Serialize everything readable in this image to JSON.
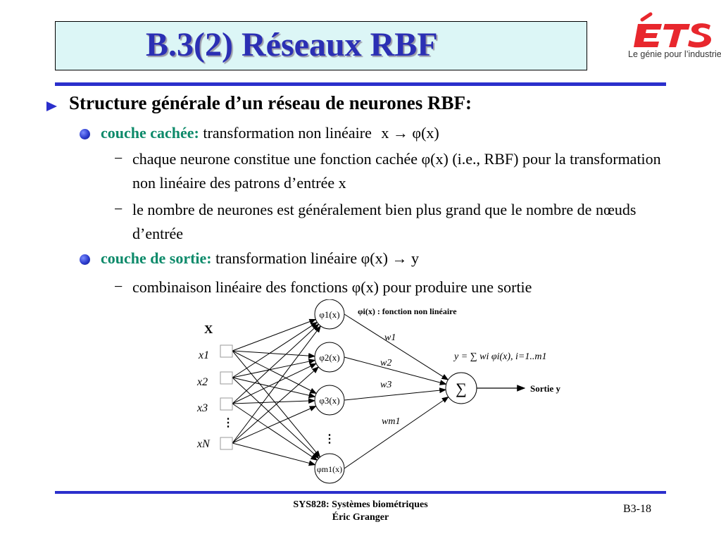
{
  "slide": {
    "title": "B.3(2)  Réseaux RBF",
    "logo": {
      "text": "ÉTS",
      "tagline": "Le génie pour l’industrie",
      "color": "#e8272d"
    },
    "bullet1": "Structure générale d’un réseau de neurones RBF:",
    "hidden": {
      "label": "couche cachée:",
      "text": "transformation non linéaire",
      "formula": "x → φ(x)",
      "items": [
        "chaque neurone constitue une fonction cachée φ(x) (i.e., RBF) pour la transformation non linéaire des patrons d’entrée x",
        "le nombre de neurones est généralement bien plus grand que le nombre de nœuds d’entrée"
      ]
    },
    "output": {
      "label": "couche de sortie:",
      "text": "transformation linéaire",
      "formula": "φ(x) → y",
      "items": [
        "combinaison linéaire des fonctions φ(x) pour produire une sortie"
      ]
    },
    "footer": {
      "course": "SYS828: Systèmes biométriques",
      "author": "Éric Granger",
      "page": "B3-18"
    },
    "colors": {
      "title": "#2b2fb4",
      "rule": "#2b2fcc",
      "label": "#0d8a6a",
      "title_bg": "#dcf6f6"
    }
  },
  "diagram": {
    "input_header": "X",
    "inputs": [
      "x1",
      "x2",
      "x3",
      "⋮",
      "xN"
    ],
    "hidden_nodes": [
      "φ1(x)",
      "φ2(x)",
      "φ3(x)",
      "⋮",
      "φm1(x)"
    ],
    "hidden_note": "φi(x) : fonction non linéaire",
    "weights": [
      "w1",
      "w2",
      "w3",
      "wm1"
    ],
    "sum_symbol": "∑",
    "equation": "y = ∑ wi φi(x), i=1..m1",
    "output_label": "Sortie y"
  }
}
